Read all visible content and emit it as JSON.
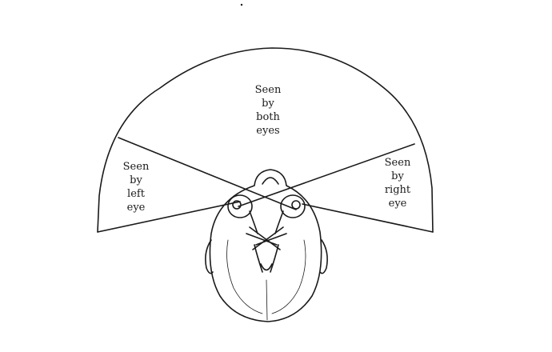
{
  "diagram": {
    "regions": {
      "both": "Seen\nby\nboth\neyes",
      "left": "Seen\nby\nleft\neye",
      "right": "Seen\nby\nright\neye"
    },
    "colors": {
      "ink": "#1a1a1a",
      "background": "#ffffff"
    }
  }
}
